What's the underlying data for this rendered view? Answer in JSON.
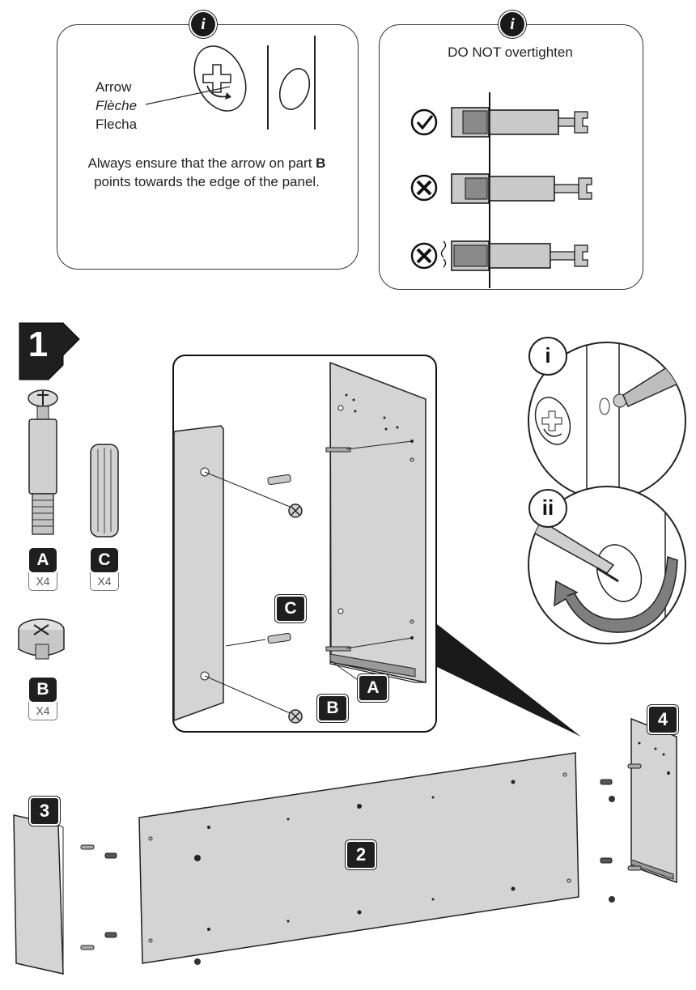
{
  "info_panels": {
    "left": {
      "badge": "i",
      "label_en": "Arrow",
      "label_fr": "Flèche",
      "label_es": "Flecha",
      "instruction_pre": "Always ensure that the arrow on part ",
      "instruction_part": "B",
      "instruction_post": " points towards the edge of the panel."
    },
    "right": {
      "badge": "i",
      "title": "DO NOT overtighten",
      "rows": [
        {
          "status": "correct",
          "icon": "check-icon"
        },
        {
          "status": "incorrect",
          "icon": "cross-icon"
        },
        {
          "status": "incorrect",
          "icon": "cross-icon"
        }
      ]
    }
  },
  "step": {
    "number": "1",
    "parts": [
      {
        "letter": "A",
        "qty": "X4",
        "icon": "cam-bolt-icon"
      },
      {
        "letter": "C",
        "qty": "X4",
        "icon": "wooden-dowel-icon"
      },
      {
        "letter": "B",
        "qty": "X4",
        "icon": "cam-lock-icon"
      }
    ],
    "detail_labels": {
      "dowel": "C",
      "cam_lock": "B",
      "cam_bolt": "A"
    },
    "sub_steps": [
      "i",
      "ii"
    ],
    "panel_numbers": {
      "main_panel": "2",
      "left_side": "3",
      "right_side": "4"
    }
  }
}
